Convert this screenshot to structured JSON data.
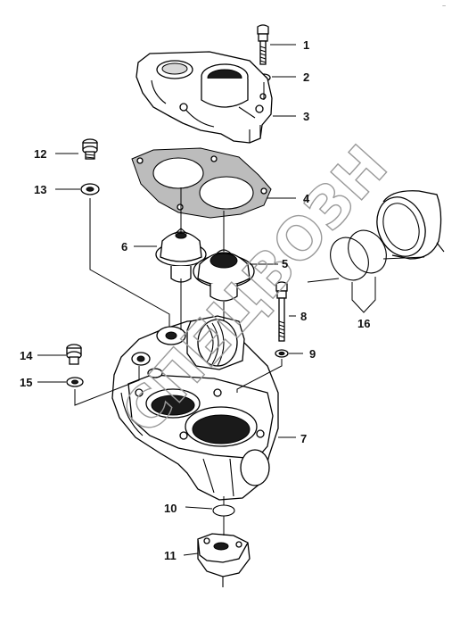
{
  "diagram": {
    "callouts": [
      {
        "id": "1",
        "text": "1"
      },
      {
        "id": "2",
        "text": "2"
      },
      {
        "id": "3",
        "text": "3"
      },
      {
        "id": "4",
        "text": "4"
      },
      {
        "id": "5",
        "text": "5"
      },
      {
        "id": "6",
        "text": "6"
      },
      {
        "id": "7",
        "text": "7"
      },
      {
        "id": "8",
        "text": "8"
      },
      {
        "id": "9",
        "text": "9"
      },
      {
        "id": "10",
        "text": "10"
      },
      {
        "id": "11",
        "text": "11"
      },
      {
        "id": "12",
        "text": "12"
      },
      {
        "id": "13",
        "text": "13"
      },
      {
        "id": "14",
        "text": "14"
      },
      {
        "id": "15",
        "text": "15"
      },
      {
        "id": "16",
        "text": "16"
      }
    ],
    "watermark": "СПЕЦВОЗН"
  }
}
